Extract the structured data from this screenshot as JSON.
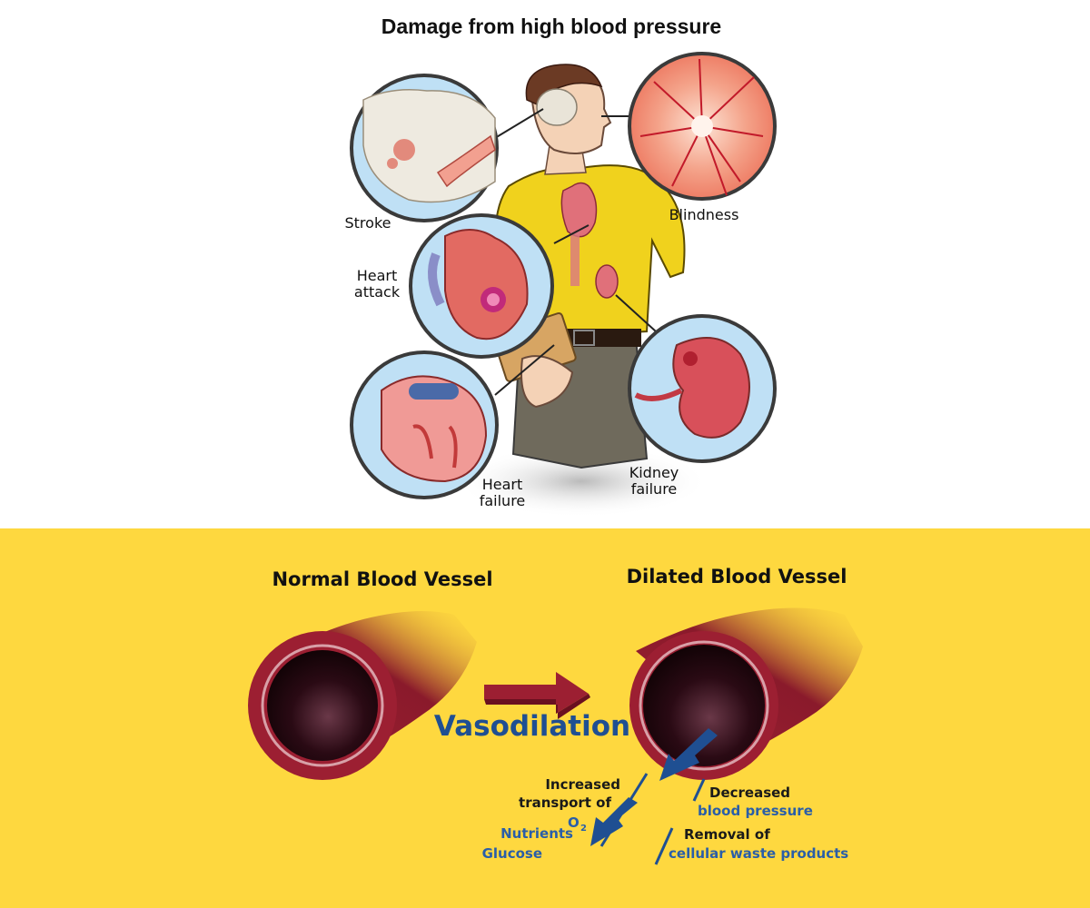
{
  "top": {
    "title": "Damage from high blood pressure",
    "labels": {
      "stroke": "Stroke",
      "blindness": "Blindness",
      "heart_attack_1": "Heart",
      "heart_attack_2": "attack",
      "heart_failure_1": "Heart",
      "heart_failure_2": "failure",
      "kidney_failure_1": "Kidney",
      "kidney_failure_2": "failure"
    }
  },
  "bottom": {
    "normal_title": "Normal Blood Vessel",
    "dilated_title": "Dilated Blood Vessel",
    "process_label": "Vasodilation",
    "left_notes": {
      "line1": "Increased",
      "line2": "transport of",
      "o2": "O",
      "o2_sub": "2",
      "nutrients": "Nutrients",
      "glucose": "Glucose"
    },
    "right_notes": {
      "decreased": "Decreased",
      "bp": "blood pressure",
      "removal": "Removal of",
      "waste": "cellular waste products"
    }
  },
  "colors": {
    "accent_yellow": "#fed83f",
    "vessel_red": "#9c1f32",
    "text_blue": "#1f4f92",
    "circle_fill": "#bfe0f5"
  },
  "icons": [
    "brain-icon",
    "retina-icon",
    "heart-icon",
    "kidney-icon",
    "arrow-right-icon",
    "arrow-down-icon"
  ]
}
